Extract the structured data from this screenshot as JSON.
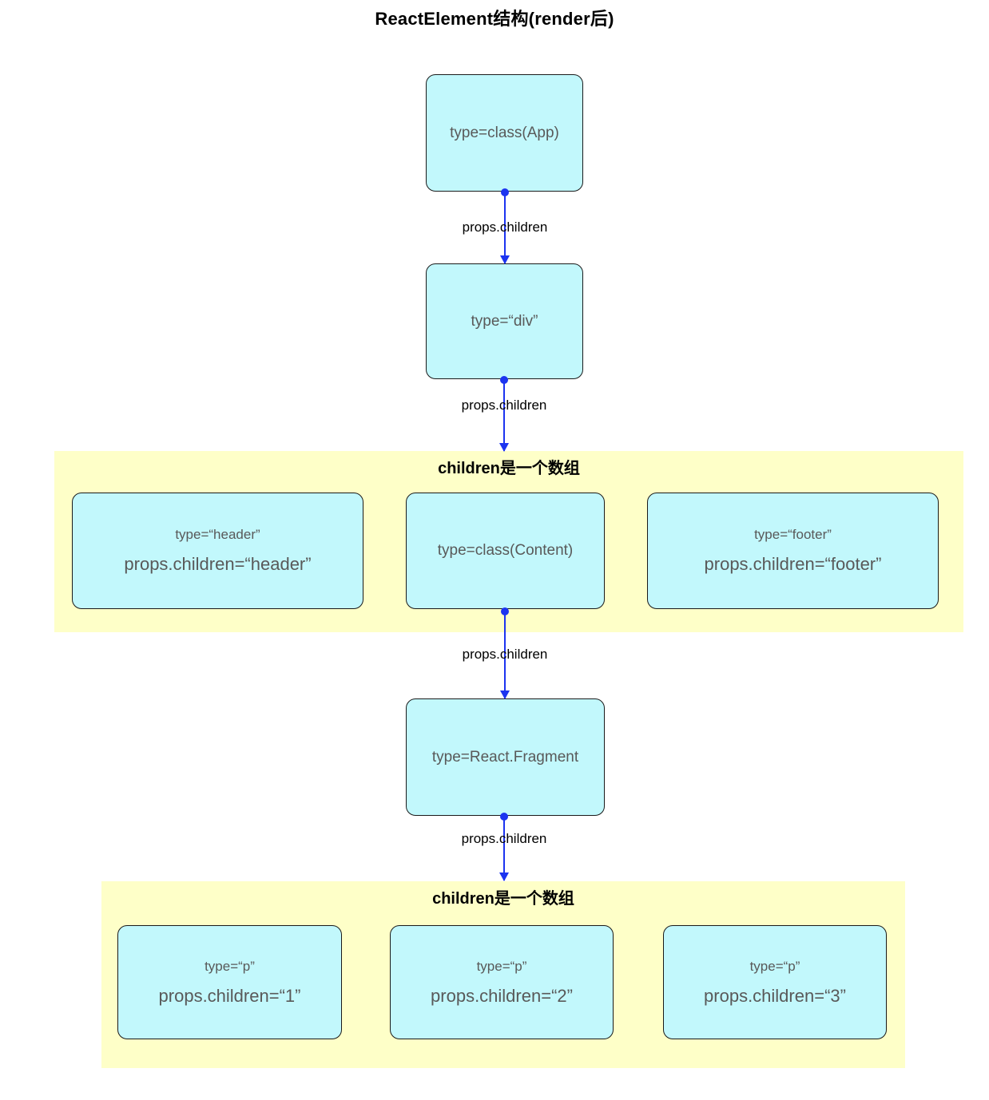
{
  "title": "ReactElement结构(render后)",
  "nodes": {
    "app": {
      "label": "type=class(App)"
    },
    "div": {
      "label": "type=“div”"
    },
    "header": {
      "line1": "type=“header”",
      "line2": "props.children=“header”"
    },
    "content": {
      "label": "type=class(Content)"
    },
    "footer": {
      "line1": "type=“footer”",
      "line2": "props.children=“footer”"
    },
    "fragment": {
      "label": "type=React.Fragment"
    },
    "p1": {
      "line1": "type=“p”",
      "line2": "props.children=“1”"
    },
    "p2": {
      "line1": "type=“p”",
      "line2": "props.children=“2”"
    },
    "p3": {
      "line1": "type=“p”",
      "line2": "props.children=“3”"
    }
  },
  "edges": [
    {
      "label": "props.children"
    },
    {
      "label": "props.children"
    },
    {
      "label": "props.children"
    },
    {
      "label": "props.children"
    }
  ],
  "groups": {
    "group1": {
      "label": "children是一个数组"
    },
    "group2": {
      "label": "children是一个数组"
    }
  },
  "colors": {
    "node_fill": "#c2f8fc",
    "group_fill": "#feffc8",
    "edge": "#1c34f0",
    "node_text": "#595959",
    "label_text": "#000000"
  }
}
